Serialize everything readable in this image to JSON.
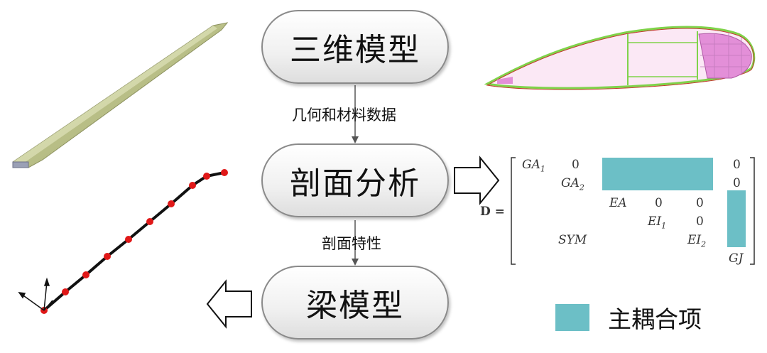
{
  "flow": {
    "node1": "三维模型",
    "node2": "剖面分析",
    "node3": "梁模型",
    "edge1_label": "几何和材料数据",
    "edge2_label": "剖面特性"
  },
  "matrix": {
    "symbol": "D",
    "equals": "=",
    "ga1": "GA",
    "ga1_sub": "1",
    "ga2": "GA",
    "ga2_sub": "2",
    "ea": "EA",
    "ei1": "EI",
    "ei1_sub": "1",
    "ei2": "EI",
    "ei2_sub": "2",
    "gj": "GJ",
    "sym": "SYM",
    "zero": "0"
  },
  "legend": {
    "label": "主耦合项",
    "color": "#6cbfc6"
  },
  "colors": {
    "blade": "#c8cc96",
    "section_fill": "#e38fd8",
    "section_outline": "#7fd34a",
    "beam_node": "#e01818"
  }
}
